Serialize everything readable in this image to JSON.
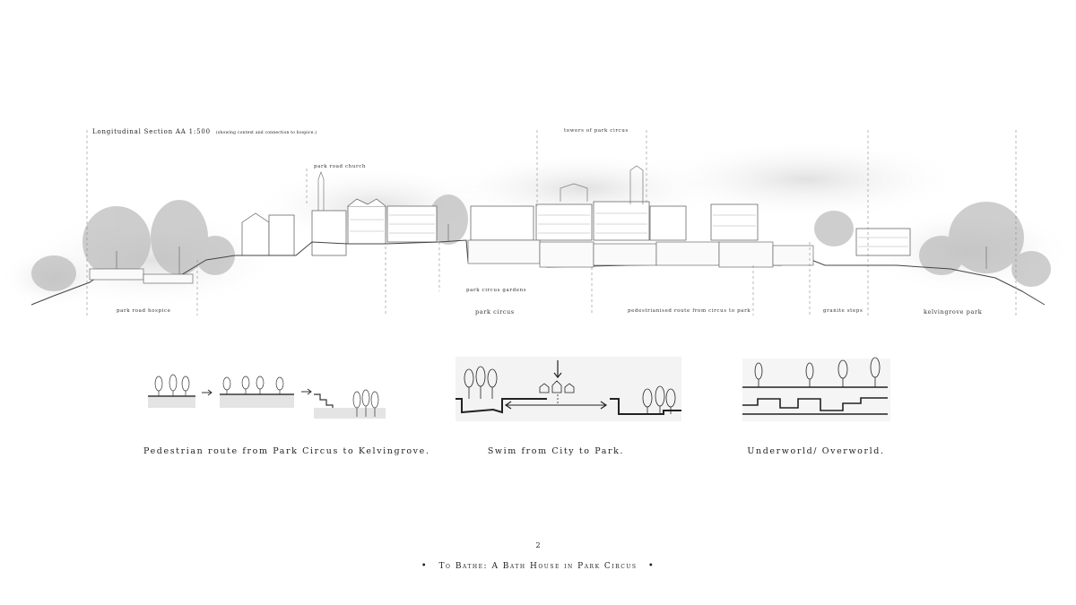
{
  "section": {
    "title": "Longitudinal Section AA 1:500",
    "title_note": "(showing context and connection to hospice.)",
    "labels": {
      "church": "park road church",
      "towers": "towers of park circus",
      "gardens": "park circus gardens",
      "hospice": "park road hospice",
      "circus": "park circus",
      "route": "pedestrianised route from circus to park",
      "steps": "granite steps",
      "park": "kelvingrove park"
    }
  },
  "diagrams": {
    "pedestrian_caption": "Pedestrian route from Park Circus to Kelvingrove.",
    "swim_caption": "Swim from City to Park.",
    "underworld_caption": "Underworld/ Overworld."
  },
  "page": {
    "number": "2",
    "footer_title": "To Bathe: A Bath House in Park Circus",
    "bullet": "•"
  }
}
